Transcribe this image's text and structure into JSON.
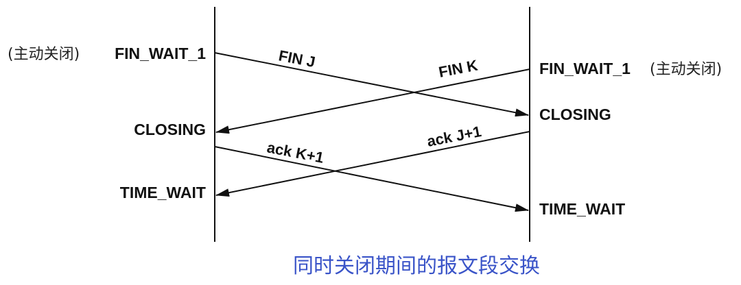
{
  "colors": {
    "line": "#111111",
    "caption": "#3a54c8"
  },
  "left": {
    "annotation": "(主动关闭)",
    "states": [
      "FIN_WAIT_1",
      "CLOSING",
      "TIME_WAIT"
    ]
  },
  "right": {
    "annotation": "(主动关闭)",
    "states": [
      "FIN_WAIT_1",
      "CLOSING",
      "TIME_WAIT"
    ]
  },
  "segments": [
    {
      "label": "FIN J",
      "from": "left",
      "to": "right"
    },
    {
      "label": "FIN K",
      "from": "right",
      "to": "left"
    },
    {
      "label": "ack K+1",
      "from": "left",
      "to": "right"
    },
    {
      "label": "ack J+1",
      "from": "right",
      "to": "left"
    }
  ],
  "caption": "同时关闭期间的报文段交换"
}
